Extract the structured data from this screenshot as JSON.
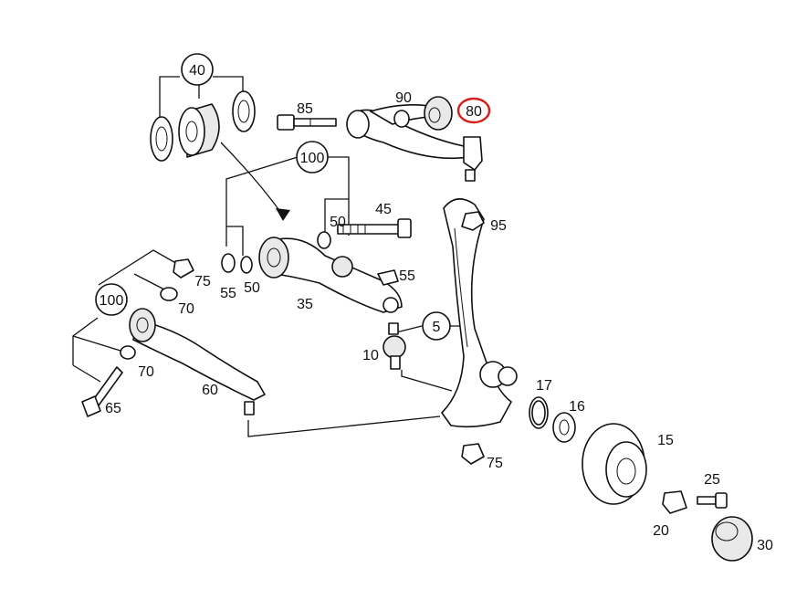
{
  "callouts": {
    "c40": "40",
    "c100a": "100",
    "c100b": "100",
    "c5": "5"
  },
  "labels": {
    "p85": "85",
    "p90": "90",
    "p80": "80",
    "p45": "45",
    "p50a": "50",
    "p95": "95",
    "p75a": "75",
    "p55a": "55",
    "p50b": "50",
    "p55b": "55",
    "p70a": "70",
    "p35": "35",
    "p10": "10",
    "p70b": "70",
    "p60": "60",
    "p65": "65",
    "p17": "17",
    "p16": "16",
    "p15": "15",
    "p75b": "75",
    "p25": "25",
    "p20": "20",
    "p30": "30"
  },
  "colors": {
    "highlight": "#d42020",
    "line": "#111111"
  }
}
